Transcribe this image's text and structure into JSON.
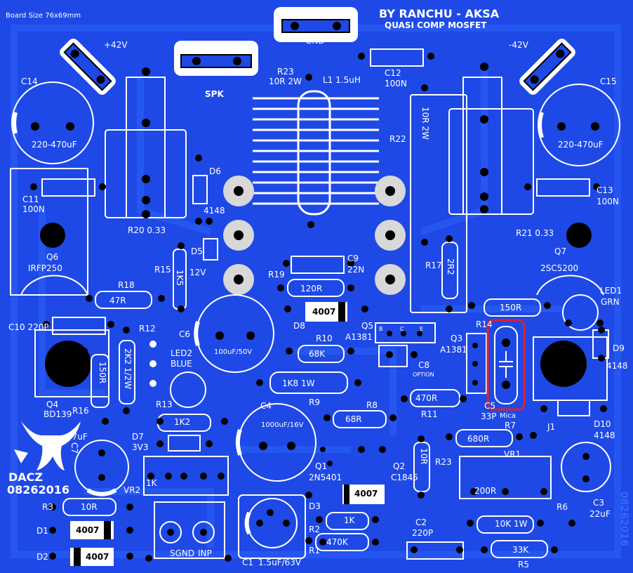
{
  "board_info": {
    "size": "Board Size 76x69mm",
    "author_line1": "BY RANCHU - AKSA",
    "author_line2": "QUASI COMP MOSFET",
    "logo_name": "DACZ",
    "logo_date": "08262016",
    "side_date": "08262016"
  },
  "connectors": {
    "gnd": "GND",
    "spk": "SPK",
    "pos_rail": "+42V",
    "neg_rail": "-42V",
    "sgnd": "SGND",
    "inp": "INP",
    "j1": "J1"
  },
  "components": {
    "c14": "C14",
    "c14_val": "220-470uF",
    "c15": "C15",
    "c15_val": "220-470uF",
    "c11": "C11",
    "c11_val": "100N",
    "c13": "C13",
    "c13_val": "100N",
    "c12": "C12",
    "c12_val": "100N",
    "c9": "C9",
    "c9_val": "22N",
    "c10": "C10 220P",
    "c6": "C6",
    "c6_val": "100uF/50V",
    "c4": "C4",
    "c4_val": "1000uF/16V",
    "c7": "C7",
    "c7_val": "47uF",
    "c8": "C8",
    "c8_val": "OPTION",
    "c5": "C5",
    "c5_val": "33P",
    "c5_mica": "Mica",
    "c3": "C3",
    "c3_val": "22uF",
    "c2": "C2",
    "c2_val": "220P",
    "c1": "C1",
    "c1_val": "1.5uF/63V",
    "r23": "R23",
    "r23_val": "10R 2W",
    "l1": "L1 1.5uH",
    "r22": "R22",
    "r22_val": "10R 2W",
    "r20": "R20 0.33",
    "r21": "R21 0.33",
    "r15": "R15",
    "r15_val": "1K5",
    "r18": "R18",
    "r18_val": "47R",
    "r19": "R19",
    "r19_val": "120R",
    "r17": "R17",
    "r17_val": "2R2",
    "r14": "R14",
    "r14_val": "150R",
    "r12": "R12",
    "r12_val": "2K2 1/2W",
    "r16": "R16",
    "r16_val": "150R",
    "r10": "R10",
    "r10_val": "68K",
    "r9": "R9",
    "r9_val": "1K8 1W",
    "r13": "R13",
    "r13_val": "1K2",
    "r8": "R8",
    "r8_val": "68R",
    "r11": "R11",
    "r11_val": "470R",
    "r7": "R7",
    "r7_val": "680R",
    "r23b": "R23",
    "r23b_val": "10R",
    "r3": "R3",
    "r3_val": "10R",
    "r2": "R2",
    "r2_val": "1K",
    "r1": "R1",
    "r1_val": "470K",
    "r6": "R6",
    "r6_val": "10K 1W",
    "r5": "R5",
    "r5_val": "33K",
    "vr1": "VR1",
    "vr1_val": "200R",
    "vr2": "VR2",
    "vr2_val": "1K",
    "d6": "D6",
    "d6_val": "4148",
    "d5": "D5",
    "d5_val": "12V",
    "d8": "D8",
    "d8_val": "4007",
    "d9": "D9",
    "d9_val": "4148",
    "d10": "D10",
    "d10_val": "4148",
    "d7": "D7",
    "d7_val": "3V3",
    "d3": "D3",
    "d3_val": "4007",
    "d1": "D1",
    "d1_val": "4007",
    "d2": "D2",
    "d2_val": "4007",
    "q6": "Q6",
    "q6_val": "IRFP250",
    "q7": "Q7",
    "q7_val": "2SC5200",
    "q4": "Q4",
    "q4_val": "BD139",
    "q5": "Q5",
    "q5_val": "A1381",
    "q3": "Q3",
    "q3_val": "A1381",
    "q1": "Q1",
    "q1_val": "2N5401",
    "q2": "Q2",
    "q2_val": "C1845",
    "led1": "LED1",
    "led1_val": "GRN",
    "led2": "LED2",
    "led2_val": "BLUE",
    "pin_b": "B",
    "pin_c": "C",
    "pin_e": "E"
  },
  "colors": {
    "board": "#1e49e6",
    "silk": "#ffffff",
    "pad": "#d8d8d8",
    "trace": "#2a5cf5",
    "highlight": "#e0202a"
  }
}
